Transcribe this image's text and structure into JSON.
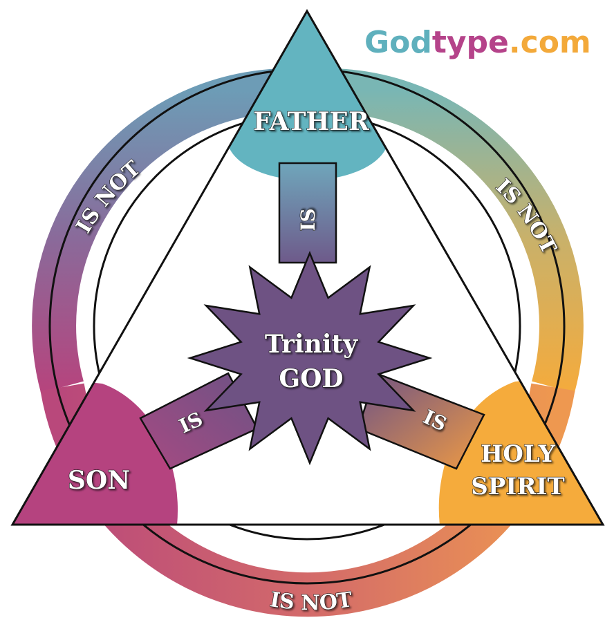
{
  "brand": {
    "part1": "God",
    "part2": "type",
    "part3": ".com",
    "color1": "#5fb0bd",
    "color2": "#b5438a",
    "color3": "#f3a93a"
  },
  "nodes": {
    "father": {
      "label": "FATHER",
      "color": "#63b4c0"
    },
    "son": {
      "label": "SON",
      "color": "#b5437f"
    },
    "spirit": {
      "line1": "HOLY",
      "line2": "SPIRIT",
      "color": "#f5ab3c"
    }
  },
  "center": {
    "line1": "Trinity",
    "line2": "GOD",
    "color": "#6e5283"
  },
  "links": {
    "is_father": "IS",
    "is_son": "IS",
    "is_spirit": "IS"
  },
  "ring_labels": {
    "left": "IS NOT",
    "right": "IS NOT",
    "bottom": "IS NOT"
  }
}
